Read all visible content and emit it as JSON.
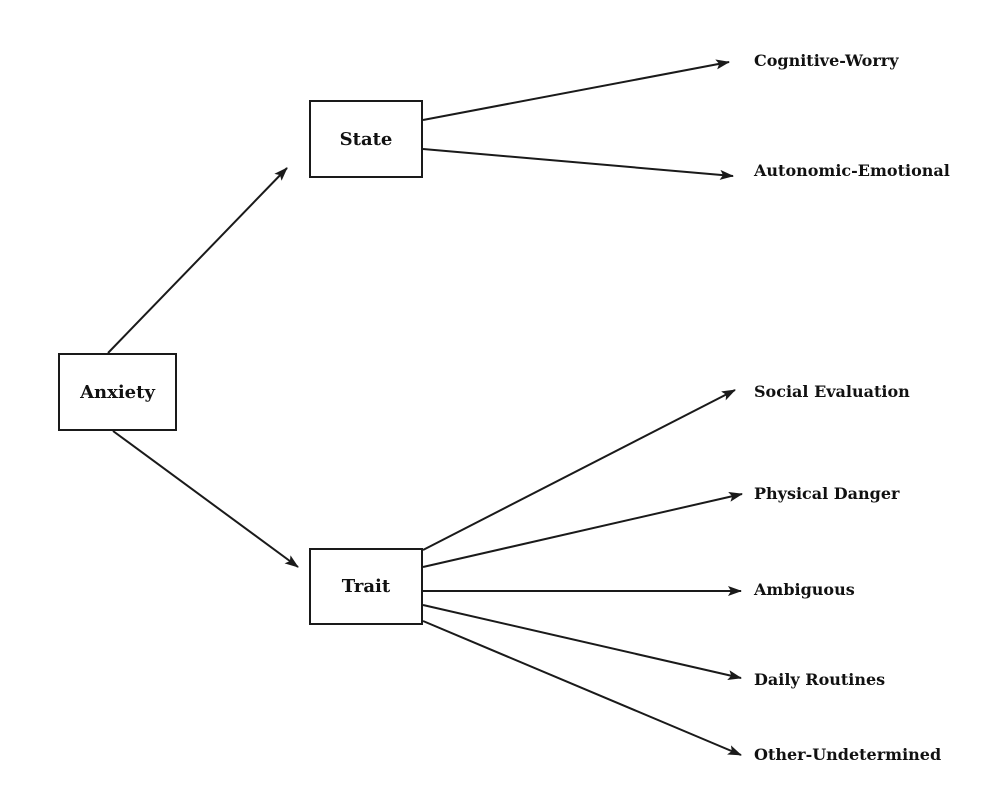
{
  "diagram": {
    "root": {
      "label": "Anxiety"
    },
    "branches": [
      {
        "label": "State",
        "children": [
          "Cognitive-Worry",
          "Autonomic-Emotional"
        ]
      },
      {
        "label": "Trait",
        "children": [
          "Social Evaluation",
          "Physical Danger",
          "Ambiguous",
          "Daily Routines",
          "Other-Undetermined"
        ]
      }
    ]
  },
  "colors": {
    "line": "#1a1a1a",
    "background": "#ffffff",
    "text": "#111111"
  }
}
